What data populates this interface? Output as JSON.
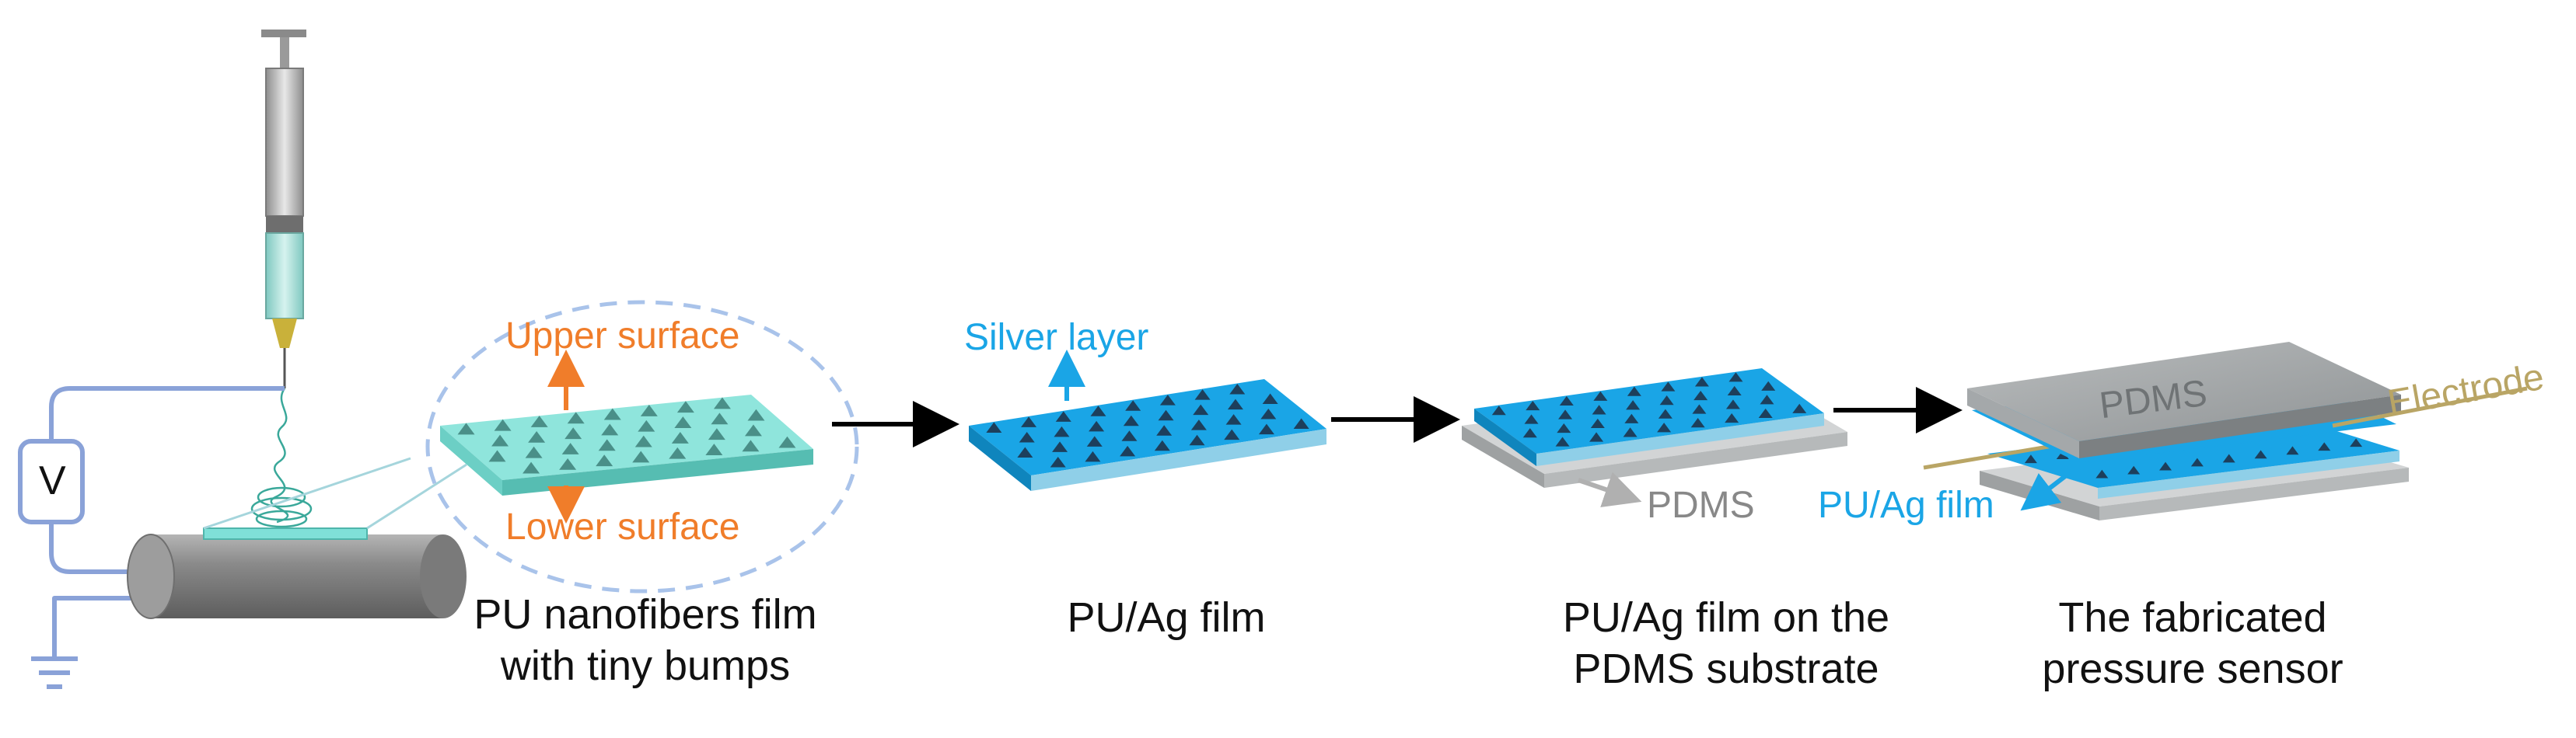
{
  "labels": {
    "upper_surface": "Upper surface",
    "lower_surface": "Lower surface",
    "silver_layer": "Silver layer",
    "pdms_substrate": "PDMS",
    "pdms_top": "PDMS",
    "electrode": "Electrode",
    "pu_ag_film": "PU/Ag film",
    "voltage": "V"
  },
  "captions": {
    "step1": [
      "PU nanofibers film",
      "with tiny bumps"
    ],
    "step2": [
      "PU/Ag film"
    ],
    "step3": [
      "PU/Ag film on the",
      "PDMS substrate"
    ],
    "step4": [
      "The fabricated",
      "pressure sensor"
    ]
  },
  "colors": {
    "orange": "#f07d2a",
    "silver_blue": "#1aa5e6",
    "film_cyan": "#7fe0d8",
    "pdms_grey": "#9a9ea0",
    "electrode_tan": "#b9a565",
    "wire_blue": "#8aa2d8"
  }
}
